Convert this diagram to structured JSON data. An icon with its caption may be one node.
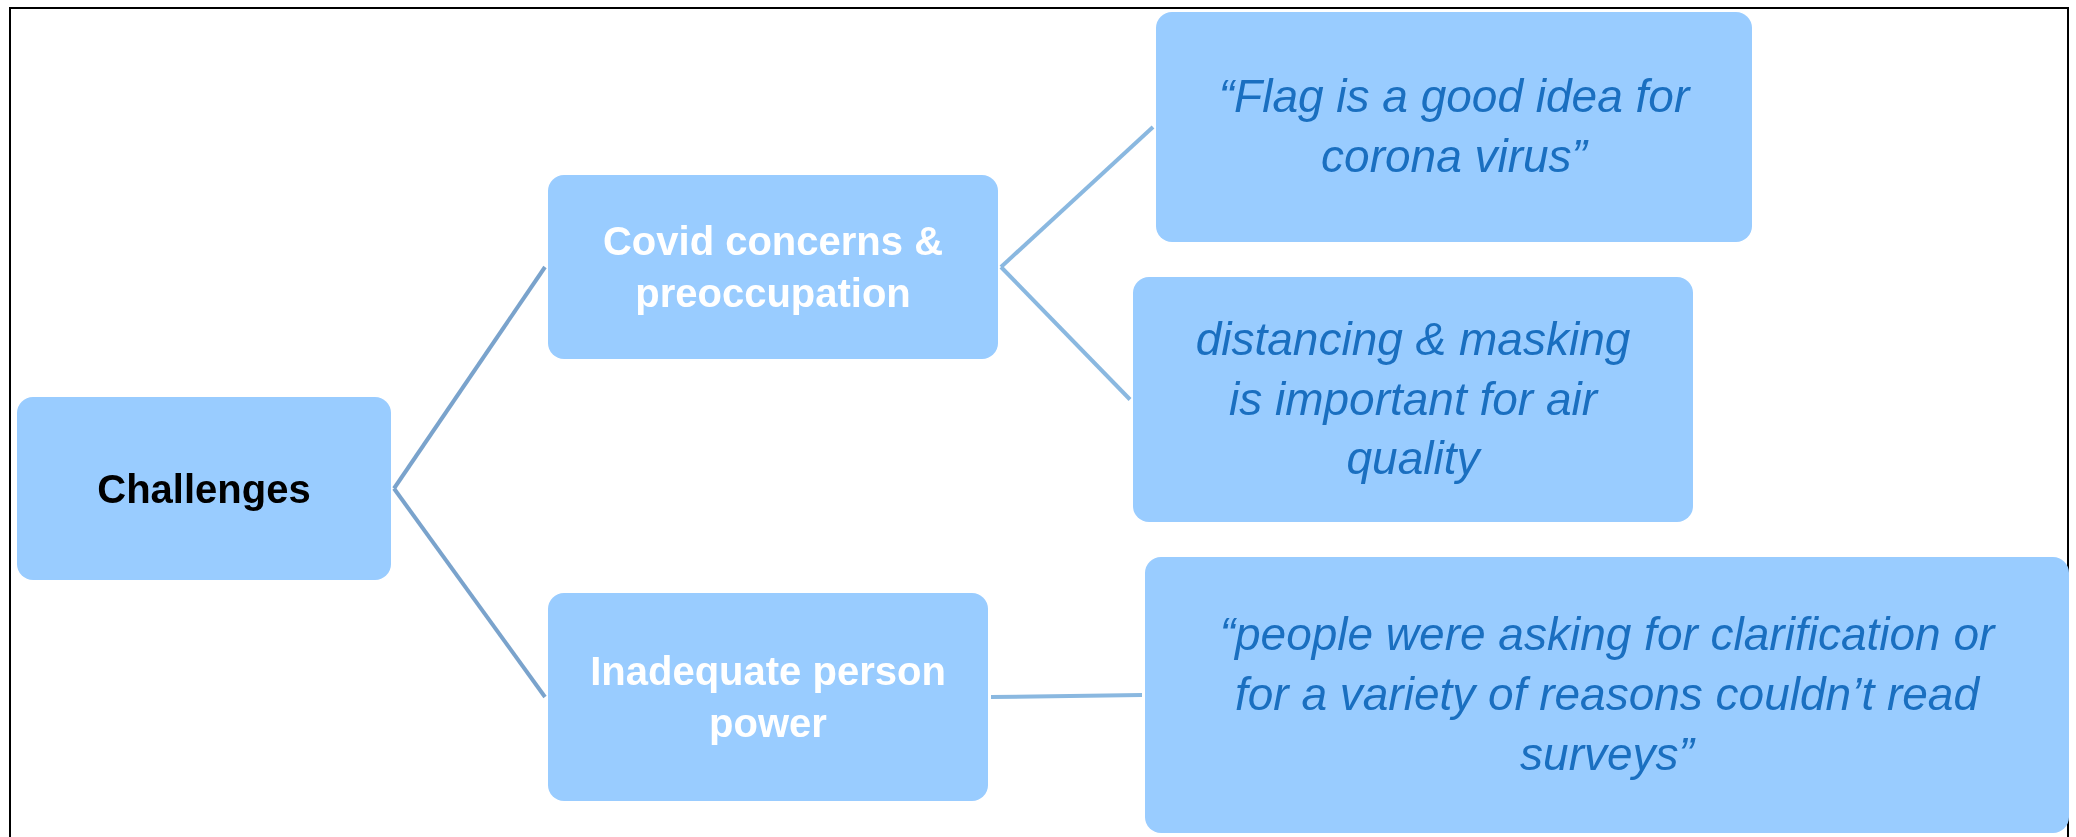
{
  "diagram": {
    "nodes": [
      {
        "text": [
          "Challenges"
        ]
      },
      {
        "text": [
          "Covid concerns & preoccupation"
        ]
      },
      {
        "text": [
          "“Flag is a good idea for corona virus”"
        ]
      },
      {
        "text": [
          "distancing & masking is important for air quality"
        ]
      },
      {
        "text": [
          "Inadequate person power"
        ]
      },
      {
        "text": [
          "“people were asking for clarification or for a variety of reasons couldn’t read surveys”"
        ]
      }
    ],
    "edges": [
      {
        "from": 0,
        "to": 1,
        "arrow": "none"
      },
      {
        "from": 0,
        "to": 4,
        "arrow": "none"
      },
      {
        "from": 1,
        "to": 2,
        "arrow": "none",
        "color": "#8ab8e0"
      },
      {
        "from": 1,
        "to": 3,
        "arrow": "none",
        "color": "#8ab8e0"
      },
      {
        "from": 4,
        "to": 5,
        "arrow": "none",
        "color": "#8ab8e0"
      }
    ]
  }
}
